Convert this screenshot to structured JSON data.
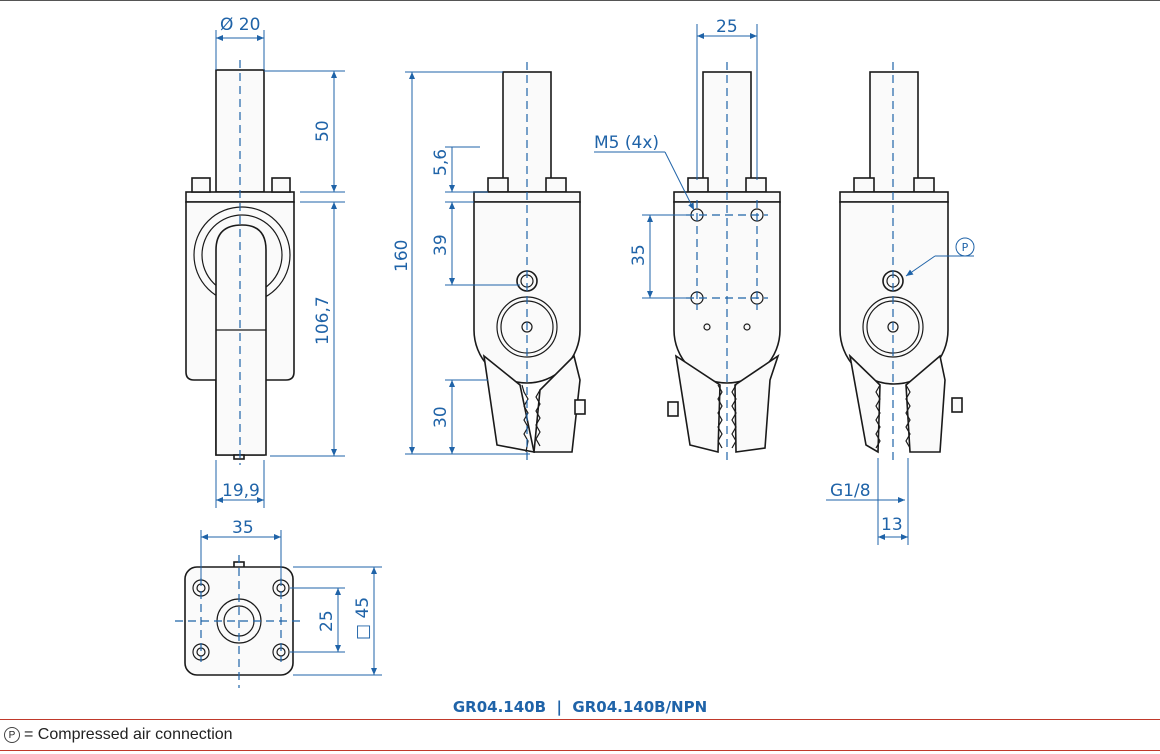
{
  "dimensions": {
    "diameter_top": "Ø 20",
    "height_50": "50",
    "height_106_7": "106,7",
    "width_19_9": "19,9",
    "total_160": "160",
    "offset_5_6": "5,6",
    "offset_39": "39",
    "offset_30": "30",
    "width_25": "25",
    "thread_m5": "M5 (4x)",
    "spacing_35_vertical": "35",
    "thread_g18": "G1/8",
    "width_13": "13",
    "base_35": "35",
    "base_25": "25",
    "base_45": "□ 45"
  },
  "pressure_symbol": "P",
  "model_label": "GR04.140B  |  GR04.140B/NPN",
  "legend": {
    "symbol": "P",
    "text": "= Compressed air connection"
  },
  "colors": {
    "dimension": "#1f63a8",
    "outline": "#1a1a1a",
    "footer_rule": "#c0392b"
  }
}
